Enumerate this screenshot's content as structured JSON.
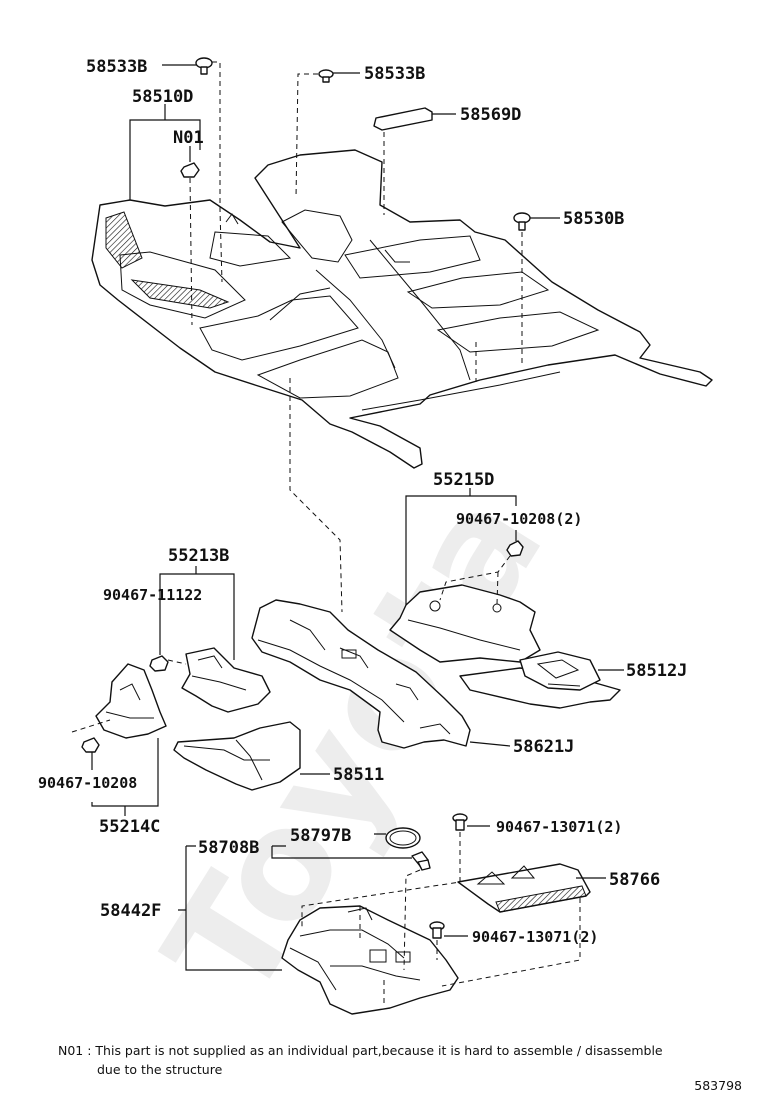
{
  "labels": {
    "p58533b_left": "58533B",
    "p58533b_right": "58533B",
    "p58510d": "58510D",
    "n01": "N01",
    "p58569d": "58569D",
    "p58530b": "58530B",
    "p55215d": "55215D",
    "p90467_10208_2": "90467-10208(2)",
    "p55213b": "55213B",
    "p90467_11122": "90467-11122",
    "p58512j": "58512J",
    "p58621j": "58621J",
    "p90467_10208": "90467-10208",
    "p58511": "58511",
    "p55214c": "55214C",
    "p58797b": "58797B",
    "p58708b": "58708B",
    "p90467_13071_a": "90467-13071(2)",
    "p58766": "58766",
    "p58442f": "58442F",
    "p90467_13071_b": "90467-13071(2)"
  },
  "note": {
    "line1": "N01 : This part is not supplied as an individual part,because it is hard to assemble / disassemble",
    "line2": "due to the structure"
  },
  "diagram_code": "583798",
  "watermark": "Toyota"
}
